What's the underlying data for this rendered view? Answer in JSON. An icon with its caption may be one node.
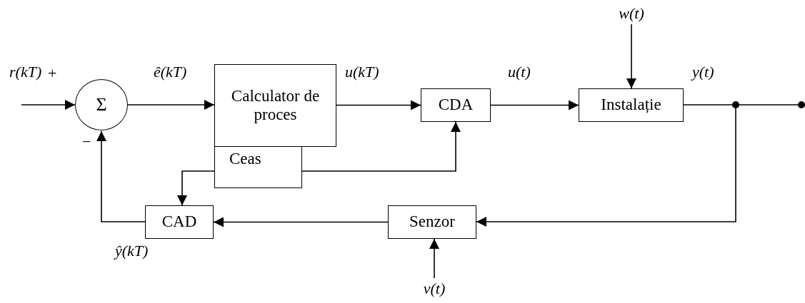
{
  "diagram": {
    "nodes": [
      {
        "text": [
          "Σ"
        ]
      },
      {
        "text": [
          "Calculator de proces"
        ]
      },
      {
        "text": [
          "Ceas"
        ]
      },
      {
        "text": [
          "CDA"
        ]
      },
      {
        "text": [
          "Instalație"
        ]
      },
      {
        "text": [
          "Senzor"
        ]
      },
      {
        "text": [
          "CAD"
        ]
      },
      {
        "text": [],
        "shape": "circle"
      },
      {
        "text": [],
        "shape": "circle"
      },
      {
        "text": [
          "w(t)"
        ]
      },
      {
        "text": [
          "v(t)"
        ]
      }
    ],
    "edges": [
      {
        "from": null,
        "to": 0,
        "arrow": "to",
        "label": "r(kT)"
      },
      {
        "from": 0,
        "to": 1,
        "arrow": "to",
        "label": "ê(kT)"
      },
      {
        "from": 1,
        "to": 3,
        "arrow": "to",
        "label": "u(kT)"
      },
      {
        "from": 3,
        "to": 4,
        "arrow": "to",
        "label": "u(t)"
      },
      {
        "from": 4,
        "to": 7,
        "arrow": "none",
        "label": "y(t)"
      },
      {
        "from": 7,
        "to": 8,
        "arrow": "none"
      },
      {
        "from": 7,
        "to": 5,
        "arrow": "to"
      },
      {
        "from": 5,
        "to": 6,
        "arrow": "to"
      },
      {
        "from": 6,
        "to": 0,
        "arrow": "to",
        "label": "ŷ(kT)"
      },
      {
        "from": 2,
        "to": 6,
        "arrow": "to"
      },
      {
        "from": 2,
        "to": 3,
        "arrow": "to"
      },
      {
        "from": 9,
        "to": 4,
        "arrow": "to"
      },
      {
        "from": 10,
        "to": 5,
        "arrow": "to"
      }
    ],
    "labels": [
      "+",
      "−"
    ]
  }
}
